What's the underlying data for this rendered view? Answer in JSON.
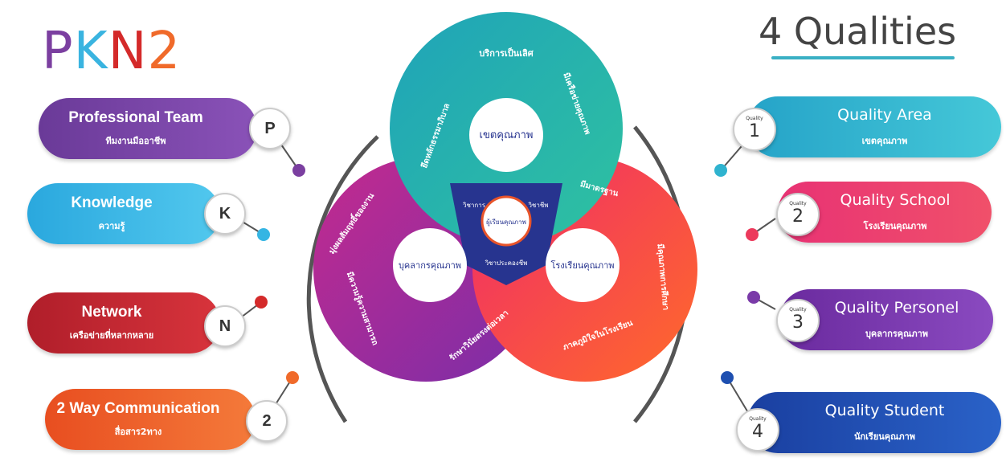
{
  "brand": {
    "p1": "P",
    "p2": "K",
    "p3": "N",
    "p4": "2"
  },
  "title": "4 Qualities",
  "left_items": [
    {
      "label": "Professional Team",
      "sub": "ทีมงานมืออาชีพ",
      "badge": "P",
      "color": "#7b46a8"
    },
    {
      "label": "Knowledge",
      "sub": "ความรู้",
      "badge": "K",
      "color": "#35b5e3"
    },
    {
      "label": "Network",
      "sub": "เครือข่ายที่หลากหลาย",
      "badge": "N",
      "color": "#c8262e"
    },
    {
      "label": "2 Way   Communication",
      "sub": "สื่อสาร2ทาง",
      "badge": "2",
      "color": "#ee5a24"
    }
  ],
  "right_items": [
    {
      "label": "Quality  Area",
      "sub": "เขตคุณภาพ",
      "badge_label": "Quality",
      "badge": "1",
      "color": "#2fb3cf"
    },
    {
      "label": "Quality School",
      "sub": "โรงเรียนคุณภาพ",
      "badge_label": "Quality",
      "badge": "2",
      "color": "#ec3a5c"
    },
    {
      "label": "Quality Personel",
      "sub": "บุคลากรคุณภาพ",
      "badge_label": "Quality",
      "badge": "3",
      "color": "#7a3aa8"
    },
    {
      "label": "Quality  Student",
      "sub": "นักเรียนคุณภาพ",
      "badge_label": "Quality",
      "badge": "4",
      "color": "#1e4fb0"
    }
  ],
  "center": {
    "top_circle": "เขตคุณภาพ",
    "left_circle": "บุคลากรคุณภาพ",
    "right_circle": "โรงเรียนคุณภาพ",
    "core": "ผู้เรียนคุณภาพ",
    "core_top_left": "วิชาการ",
    "core_top_right": "วิชาชีพ",
    "core_bottom": "วิชาประคองชีพ",
    "top_ring": [
      "บริการเป็นเลิศ",
      "มีเครือข่ายคุณภาพ",
      "ยึดหลักธรรมาภิบาล"
    ],
    "left_ring": [
      "มุ่งผลสัมฤทธิ์ของงาน",
      "มีความรู้ความสามารถ",
      "รักษาวินัยตรงต่อเวลา"
    ],
    "right_ring": [
      "มีมาตรฐาน",
      "มีคุณภาพการศึกษา",
      "ภาคภูมิใจในโรงเรียน"
    ],
    "colors": {
      "teal": "#26b3a8",
      "magenta": "#b0228a",
      "red": "#f23a4c",
      "core": "#27348f"
    }
  }
}
